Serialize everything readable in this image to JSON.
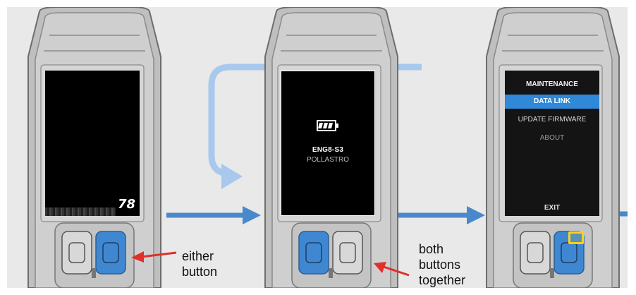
{
  "devices": [
    {
      "screen": {
        "state": "off",
        "corner_value": "78"
      },
      "pressed": "right",
      "caption": [
        "either",
        "button"
      ]
    },
    {
      "screen": {
        "state": "splash",
        "icon": "battery-icon",
        "id_line": "ENG8-S3",
        "name_line": "POLLASTRO"
      },
      "pressed": "left",
      "caption": [
        "both",
        "buttons",
        "together"
      ]
    },
    {
      "screen": {
        "state": "menu",
        "title": "MAINTENANCE",
        "items": [
          "DATA LINK",
          "UPDATE FIRMWARE",
          "ABOUT"
        ],
        "selected": "DATA LINK",
        "exit": "EXIT"
      },
      "pressed": "right"
    }
  ],
  "colors": {
    "background": "#e9e9e9",
    "flow_arrow": "#4a88cc",
    "loop_arrow": "#9fc2ea",
    "button_pressed": "#3f87d1",
    "highlight": "#ffd21a",
    "pointer_arrow": "#e0302a"
  }
}
